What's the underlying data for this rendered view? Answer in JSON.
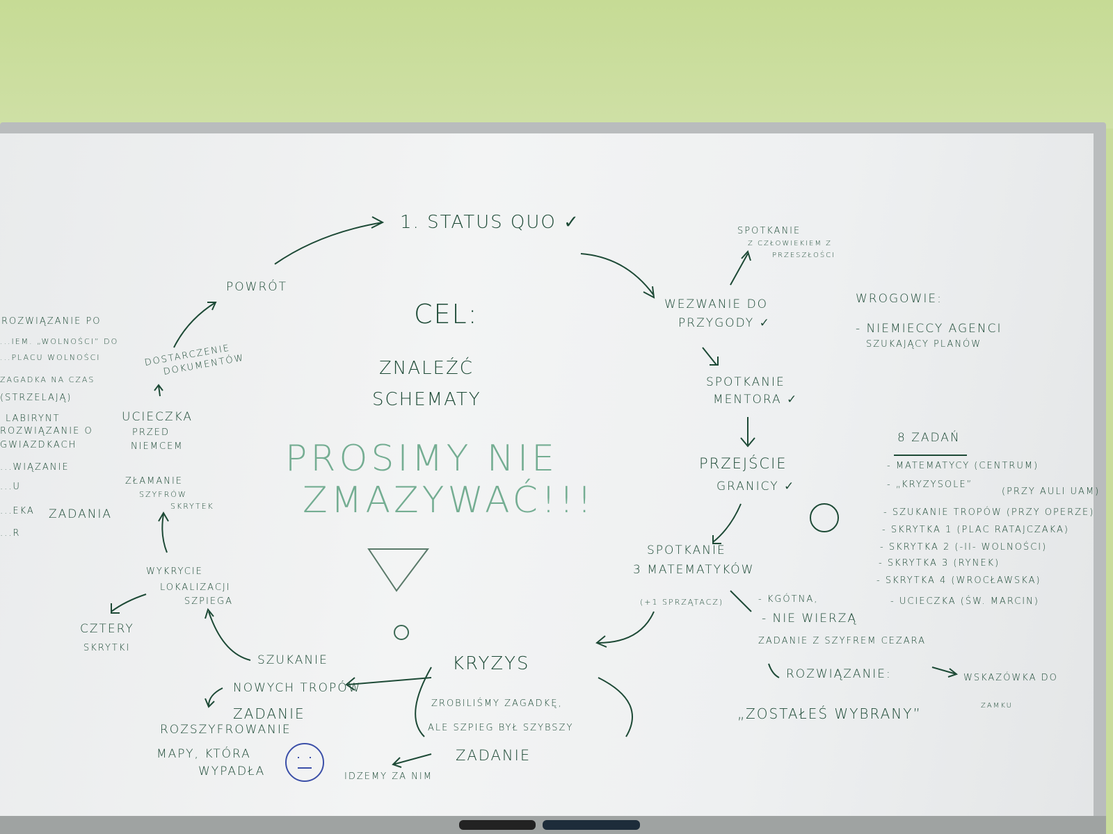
{
  "center": {
    "goal_label": "CEL:",
    "goal": [
      "ZNALEŹĆ",
      "SCHEMATY"
    ],
    "warning": [
      "PROSIMY NIE",
      "ZMAZYWAĆ!!!"
    ],
    "warning_mark": "!"
  },
  "cycle": {
    "status_quo": "1. STATUS QUO ✓",
    "call": [
      "WEZWANIE DO",
      "PRZYGODY ✓"
    ],
    "meeting_past": [
      "SPOTKANIE",
      "Z CZŁOWIEKIEM Z",
      "PRZESZŁOŚCI"
    ],
    "mentor": [
      "SPOTKANIE",
      "MENTORA ✓"
    ],
    "border": [
      "PRZEJŚCIE",
      "GRANICY ✓"
    ],
    "mathematicians": [
      "SPOTKANIE",
      "3 MATEMATYKÓW",
      "(+1 SPRZĄTACZ)"
    ],
    "math_notes": [
      "- KGÓTNA,",
      "- NIE WIERZĄ",
      "ZADANIE Z SZYFREM CEZARA"
    ],
    "solution": "ROZWIĄZANIE:",
    "chosen": "„ZOSTAŁEŚ WYBRANY”",
    "hint": [
      "WSKAZÓWKA DO",
      "ZAMKU"
    ],
    "crisis": "KRYZYS",
    "crisis_note": [
      "ZROBILIŚMY ZAGADKĘ,",
      "ALE SZPIEG BYŁ SZYBSZY"
    ],
    "crisis_task": "ZADANIE",
    "follow": "IDZEMY ZA NIM",
    "search": [
      "SZUKANIE",
      "NOWYCH TROPÓW"
    ],
    "search_task": "ZADANIE",
    "decode": [
      "ROZSZYFROWANIE",
      "MAPY, KTÓRA",
      "WYPADŁA"
    ],
    "detect": [
      "WYKRYCIE",
      "LOKALIZACJI",
      "SZPIEGA"
    ],
    "four": [
      "CZTERY",
      "SKRYTKI"
    ],
    "cipher": [
      "ZŁAMANIE",
      "SZYFRÓW",
      "SKRYTEK"
    ],
    "tasks": "ZADANIA",
    "escape": [
      "UCIECZKA",
      "PRZED",
      "NIEMCEM"
    ],
    "deliver": [
      "DOSTARCZENIE",
      "DOKUMENTÓW"
    ],
    "return": "POWRÓT"
  },
  "enemies": {
    "title": "WROGOWIE:",
    "items": [
      "- NIEMIECCY AGENCI",
      "SZUKAJĄCY PLANÓW"
    ]
  },
  "tasks_list": {
    "title": "8 ZADAŃ",
    "items": [
      "- MATEMATYCY (CENTRUM)",
      "- „KRYZYSOLE”",
      "(PRZY AULI UAM)",
      "- SZUKANIE TROPÓW (PRZY OPERZE)",
      "- SKRYTKA 1 (PLAC RATAJCZAKA)",
      "- SKRYTKA 2 (-II- WOLNOŚCI)",
      "- SKRYTKA 3 (RYNEK)",
      "- SKRYTKA 4 (WROCŁAWSKA)",
      "- UCIECZKA (ŚW. MARCIN)"
    ]
  },
  "left_notes": [
    "ROZWIĄZANIE PO",
    "...IEM. „WOLNOŚCI” DO",
    "...PLACU WOLNOŚCI",
    "ZAGADKA NA CZAS",
    "(STRZELAJĄ)",
    "LABIRYNT",
    "ROZWIĄZANIE O",
    "GWIAZDKACH",
    "...WIĄZANIE",
    "...U",
    "...EKA",
    "...R"
  ],
  "colors": {
    "marker": "#1d4a36",
    "light_marker": "#74ad92",
    "blue_marker": "#3b4fa8",
    "wall": "#c9dc9c"
  }
}
